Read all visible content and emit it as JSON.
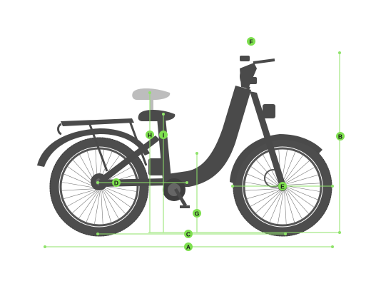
{
  "dimensions": [
    {
      "id": "A",
      "label": "A"
    },
    {
      "id": "B",
      "label": "B"
    },
    {
      "id": "C",
      "label": "C"
    },
    {
      "id": "D",
      "label": "D"
    },
    {
      "id": "E",
      "label": "E"
    },
    {
      "id": "F",
      "label": "F"
    },
    {
      "id": "G",
      "label": "G"
    },
    {
      "id": "H",
      "label": "H"
    },
    {
      "id": "I",
      "label": "I"
    }
  ],
  "colors": {
    "accent": "#7ee04f",
    "line": "#8fe36a",
    "bike": "#4a4a4a"
  }
}
